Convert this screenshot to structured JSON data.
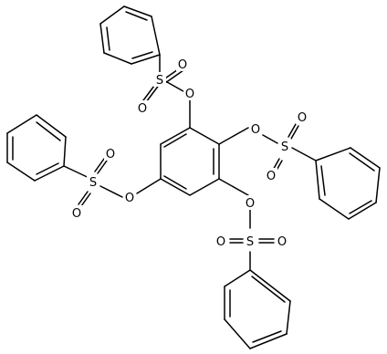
{
  "molecule": {
    "atom_labels": {
      "o1": "O",
      "s1": "S",
      "o1a": "O",
      "o1b": "O",
      "o2": "O",
      "s2": "S",
      "o2a": "O",
      "o2b": "O",
      "o3": "O",
      "s3": "S",
      "o3a": "O",
      "o3b": "O",
      "o4": "O",
      "s4": "S",
      "o4a": "O",
      "o4b": "O"
    }
  },
  "colors": {
    "bond": "#000000",
    "background": "#ffffff",
    "label": "#000000"
  }
}
